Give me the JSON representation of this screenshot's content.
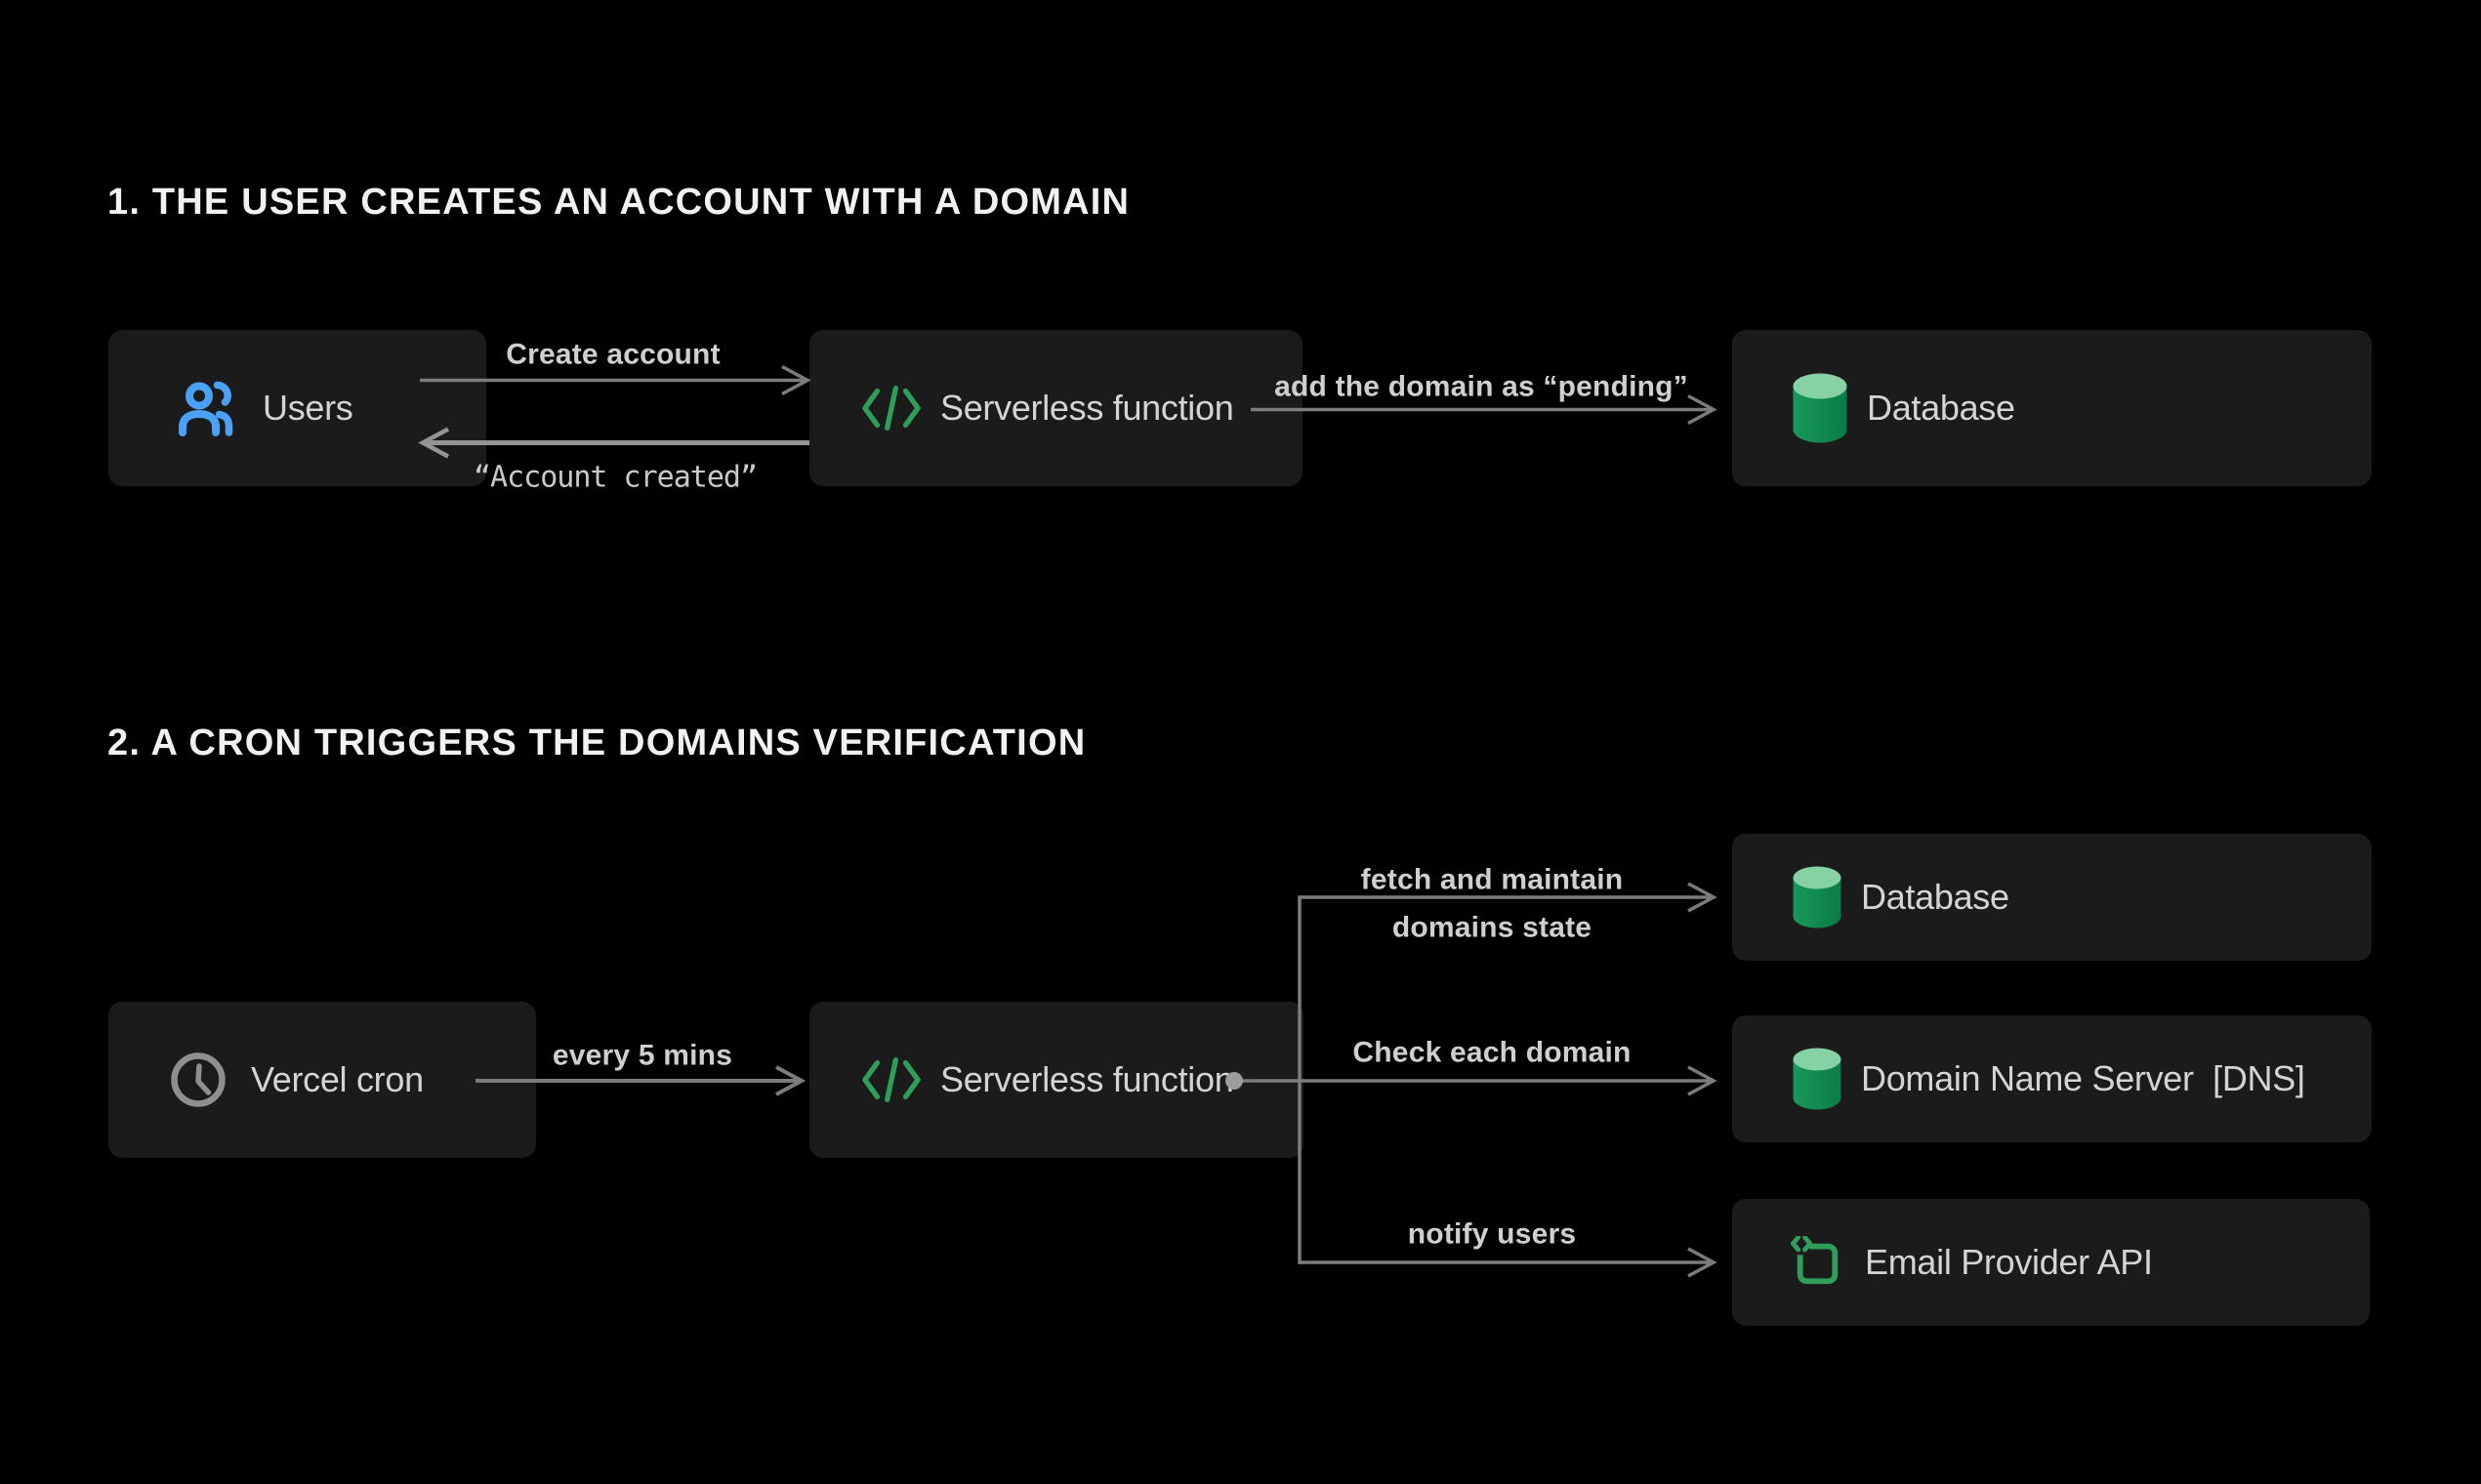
{
  "colors": {
    "background": "#000000",
    "box_bg": "#1b1b1c",
    "title_text": "#f1f1f1",
    "box_label_text": "#d4d4d4",
    "edge_label_text": "#cfcfcf",
    "line_gray": "#7c7c7c",
    "return_line_gray": "#949494",
    "users_blue": "#4aa1f8",
    "code_green": "#2f9e5a",
    "db_top_green": "#86d2a5",
    "db_body_green": "#129052",
    "clock_gray": "#8f8f8f",
    "dot_gray": "#9c9c9c"
  },
  "icons": {
    "users": "users-icon",
    "code": "code-slash-icon",
    "database": "database-cylinder-icon",
    "clock": "clock-icon",
    "email": "email-template-icon",
    "dot": "connector-dot"
  },
  "section1": {
    "title": "1. THE USER CREATES AN ACCOUNT WITH A DOMAIN",
    "nodes": {
      "users": "Users",
      "serverless": "Serverless function",
      "database": "Database"
    },
    "edges": {
      "create": "Create account",
      "created": "“Account created”",
      "pending": "add the domain as “pending”"
    }
  },
  "section2": {
    "title": "2. A CRON TRIGGERS THE DOMAINS VERIFICATION",
    "nodes": {
      "cron": "Vercel cron",
      "serverless": "Serverless function",
      "database": "Database",
      "dns": "Domain Name Server  [DNS]",
      "email": "Email Provider API"
    },
    "edges": {
      "every": "every 5 mins",
      "fetch_line1": "fetch and maintain",
      "fetch_line2": "domains state",
      "check": "Check each domain",
      "notify": "notify users"
    }
  }
}
